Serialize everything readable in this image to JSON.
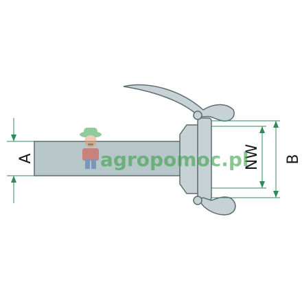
{
  "dimensions": {
    "a_label": "A",
    "nw_label": "NW",
    "b_label": "B"
  },
  "watermark": {
    "text": "agropomoc.pl",
    "color_green": "#3aa14a",
    "color_red": "#d94b3c"
  },
  "colors": {
    "pipe_fill": "#b7c7c9",
    "coupling_fill": "#c6d2d4",
    "outline": "#5b6b70",
    "dimension_line": "#2e8b57"
  }
}
